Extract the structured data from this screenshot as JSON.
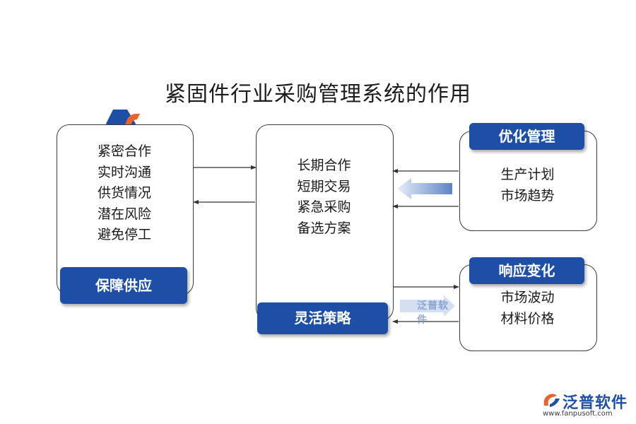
{
  "title": "紧固件行业采购管理系统的作用",
  "left": {
    "items": [
      "紧密合作",
      "实时沟通",
      "供货情况",
      "潜在风险",
      "避免停工"
    ],
    "banner": "保障供应"
  },
  "center": {
    "items": [
      "长期合作",
      "短期交易",
      "紧急采购",
      "备选方案"
    ],
    "banner": "灵活策略"
  },
  "top_right": {
    "banner": "优化管理",
    "items": [
      "生产计划",
      "市场趋势"
    ]
  },
  "bottom_right": {
    "banner": "响应变化",
    "items": [
      "市场波动",
      "材料价格"
    ]
  },
  "watermark": "泛普软件",
  "brand": {
    "name": "泛普软件",
    "url": "www.fanpusoft.com"
  },
  "colors": {
    "banner_blue": "#1e4fa6",
    "logo_orange": "#e8642c",
    "arrow_light": "#9db5dd"
  },
  "icons": [
    "fanpu-logo-icon",
    "arrow-icon"
  ]
}
